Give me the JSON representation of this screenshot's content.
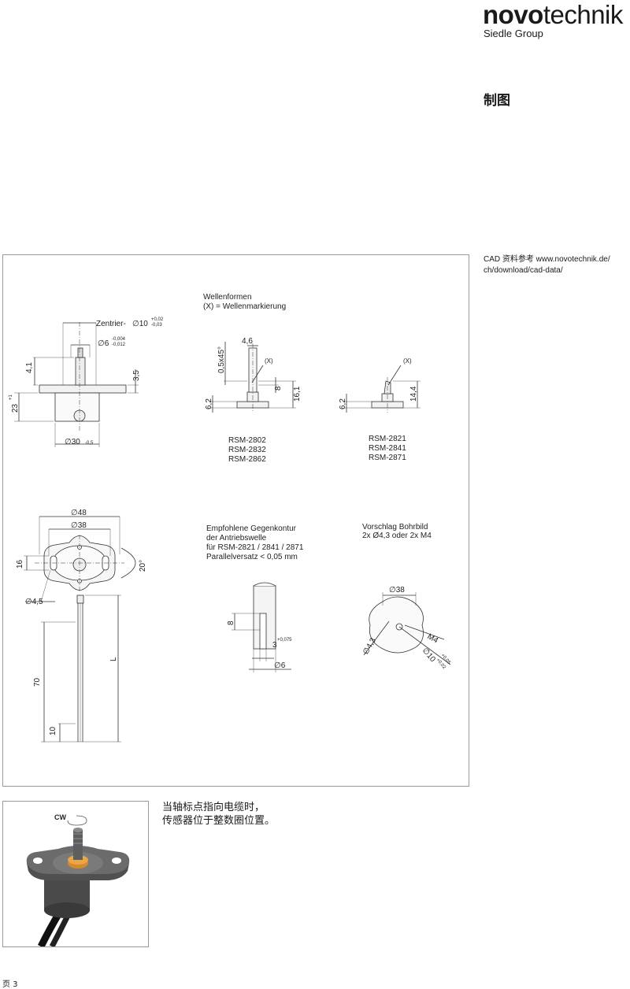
{
  "header": {
    "logo_bold": "novo",
    "logo_light": "technik",
    "logo_sub": "Siedle Group",
    "section_title": "制图"
  },
  "sidebar": {
    "cad_line1": "CAD 资料参考 www.novotechnik.de/",
    "cad_line2": "ch/download/cad-data/"
  },
  "drawing": {
    "wellenformen_title": "Wellenformen",
    "wellenformen_subtitle": "(X) = Wellenmarkierung",
    "zentrier_label": "Zentrier-",
    "zentrier_dia": "∅10",
    "zentrier_tol_upper": "+0,02",
    "zentrier_tol_lower": "-0,03",
    "shaft_dia": "∅6",
    "shaft_tol_upper": "-0,004",
    "shaft_tol_lower": "-0,012",
    "dim_4_1": "4,1",
    "dim_3_5": "3,5",
    "dim_23": "23",
    "dim_23_tol": "+1",
    "body_dia": "∅30",
    "body_tol": "-0,5",
    "dim_4_6": "4,6",
    "dim_chamfer": "0,5x45°",
    "marker_x": "(X)",
    "dim_8": "8",
    "dim_16_1": "16,1",
    "dim_6_2": "6,2",
    "dim_14_4": "14,4",
    "models_left": [
      "RSM-2802",
      "RSM-2832",
      "RSM-2862"
    ],
    "models_right": [
      "RSM-2821",
      "RSM-2841",
      "RSM-2871"
    ],
    "dia_48": "∅48",
    "dia_38": "∅38",
    "dim_16": "16",
    "angle_20": "20°",
    "dia_4_5": "∅4,5",
    "dim_L": "L",
    "dim_70": "70",
    "dim_10": "10",
    "counter_title": [
      "Empfohlene Gegenkontur",
      "der Antriebswelle",
      "für RSM-2821 / 2841 / 2871",
      "Parallelversatz < 0,05 mm"
    ],
    "counter_dim_8": "8",
    "counter_dim_3": "3",
    "counter_dim_3_tol": "+0,075",
    "counter_dia_6": "∅6",
    "bohr_title": "Vorschlag Bohrbild",
    "bohr_subtitle": "2x Ø4,3 oder 2x M4",
    "bohr_dia_38": "∅38",
    "bohr_dia_4_3": "∅4,3",
    "bohr_m4": "M4",
    "bohr_dia_10": "∅10",
    "bohr_dia_10_tol_upper": "+0,05",
    "bohr_dia_10_tol_lower": "+0,02"
  },
  "photo": {
    "cw_label": "CW"
  },
  "note": {
    "line1": "当轴标点指向电缆时，",
    "line2": "传感器位于整数圈位置。"
  },
  "footer": {
    "page": "页 3"
  }
}
